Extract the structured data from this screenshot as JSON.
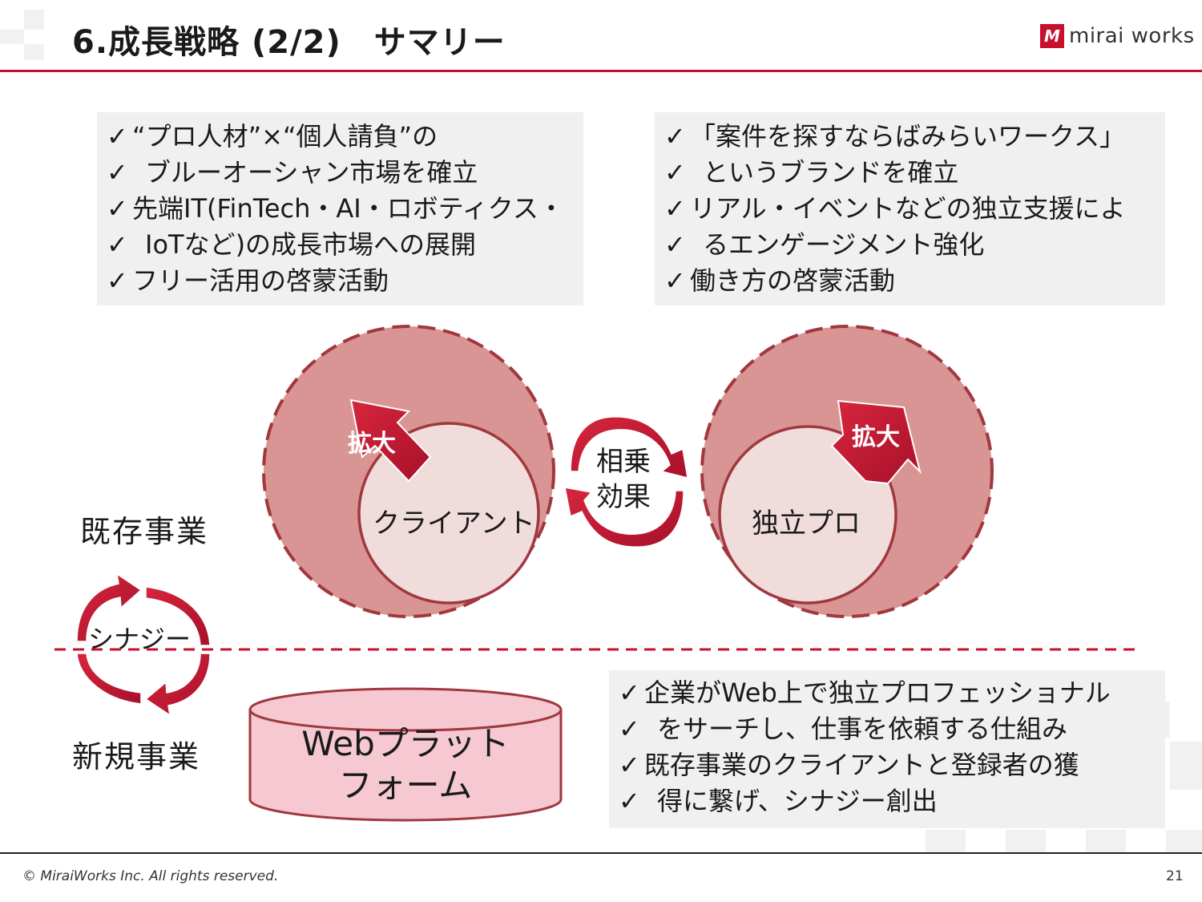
{
  "header": {
    "title": "6.成長戦略 (2/2)　サマリー",
    "logo_mark": "M",
    "logo_text": "mirai works"
  },
  "top_left_box": {
    "items": [
      "“プロ人材”×“個人請負”の",
      "ブルーオーシャン市場を確立",
      "先端IT(FinTech・AI・ロボティクス・",
      "IoTなど)の成長市場への展開",
      "フリー活用の啓蒙活動"
    ]
  },
  "top_right_box": {
    "items": [
      "「案件を探すならばみらいワークス」",
      "というブランドを確立",
      "リアル・イベントなどの独立支援によ",
      "るエンゲージメント強化",
      "働き方の啓蒙活動"
    ]
  },
  "diagram": {
    "existing_business": "既存事業",
    "new_business": "新規事業",
    "client_circle": {
      "label": "クライアント",
      "arrow_label": "拡大"
    },
    "pro_circle": {
      "label": "独立プロ",
      "arrow_label": "拡大"
    },
    "synergy_effect": {
      "line1": "相乗",
      "line2": "効果"
    },
    "synergy_label": "シナジー",
    "web_platform": {
      "line1": "Webプラット",
      "line2": "フォーム"
    },
    "colors": {
      "accent": "#c8102e",
      "outer_circle": "#d99494",
      "outer_border": "#a0383e",
      "inner_circle": "#f1dcdc",
      "cylinder": "#f6c9d2"
    }
  },
  "bottom_right_box": {
    "items": [
      "企業がWeb上で独立プロフェッショナル",
      "をサーチし、仕事を依頼する仕組み",
      "既存事業のクライアントと登録者の獲",
      "得に繋げ、シナジー創出"
    ]
  },
  "footer": {
    "copyright": "© MiraiWorks Inc. All rights reserved.",
    "page_number": "21"
  }
}
